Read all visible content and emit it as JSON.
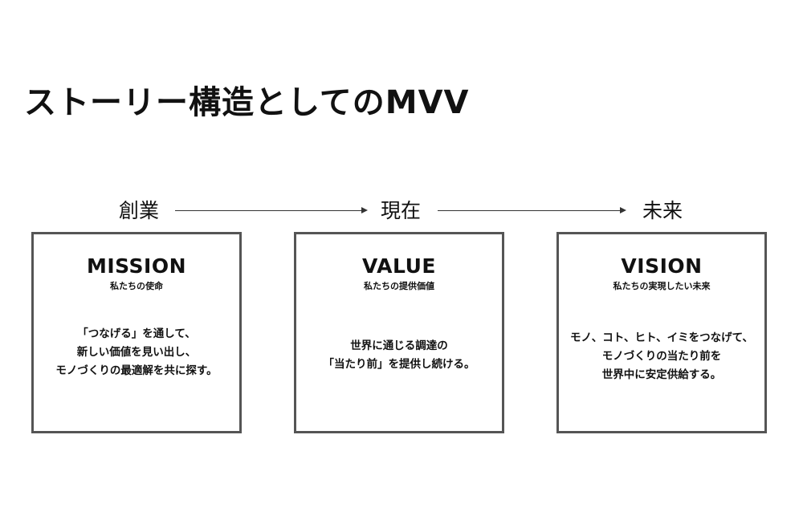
{
  "title": "ストーリー構造としてのMVV",
  "timeline": {
    "stages": [
      "創業",
      "現在",
      "未来"
    ]
  },
  "cards": [
    {
      "heading": "MISSION",
      "subheading": "私たちの使命",
      "lines": [
        "「つなげる」を通して、",
        "新しい価値を見い出し、",
        "モノづくりの最適解を共に探す。"
      ]
    },
    {
      "heading": "VALUE",
      "subheading": "私たちの提供価値",
      "lines": [
        "世界に通じる調達の",
        "「当たり前」を提供し続ける。"
      ]
    },
    {
      "heading": "VISION",
      "subheading": "私たちの実現したい未来",
      "lines": [
        "モノ、コト、ヒト、イミをつなげて、",
        "モノづくりの当たり前を",
        "世界中に安定供給する。"
      ]
    }
  ]
}
